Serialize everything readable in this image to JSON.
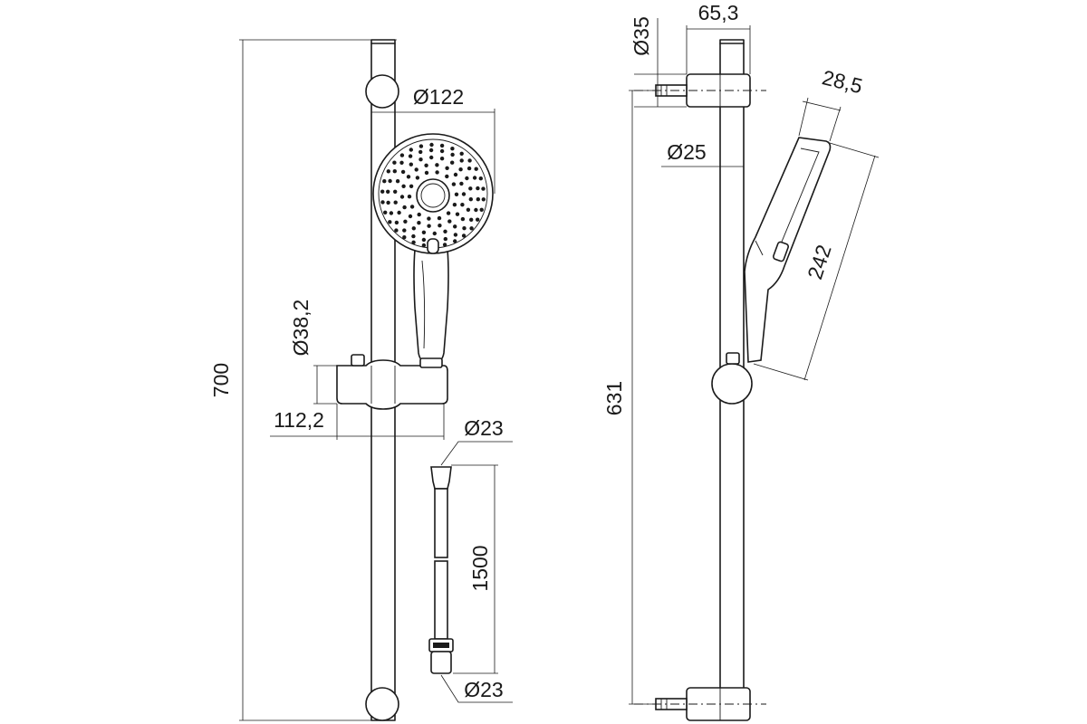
{
  "drawing": {
    "front_view": {
      "height_total": "700",
      "head_diameter": "Ø122",
      "slider_diameter": "Ø38,2",
      "slider_offset": "112,2",
      "hose_top_diameter": "Ø23",
      "hose_length": "1500",
      "hose_bottom_diameter": "Ø23"
    },
    "side_view": {
      "bracket_diameter": "Ø35",
      "bracket_depth": "65,3",
      "bar_diameter": "Ø25",
      "head_thickness": "28,5",
      "head_length": "242",
      "fixing_distance": "631"
    }
  }
}
